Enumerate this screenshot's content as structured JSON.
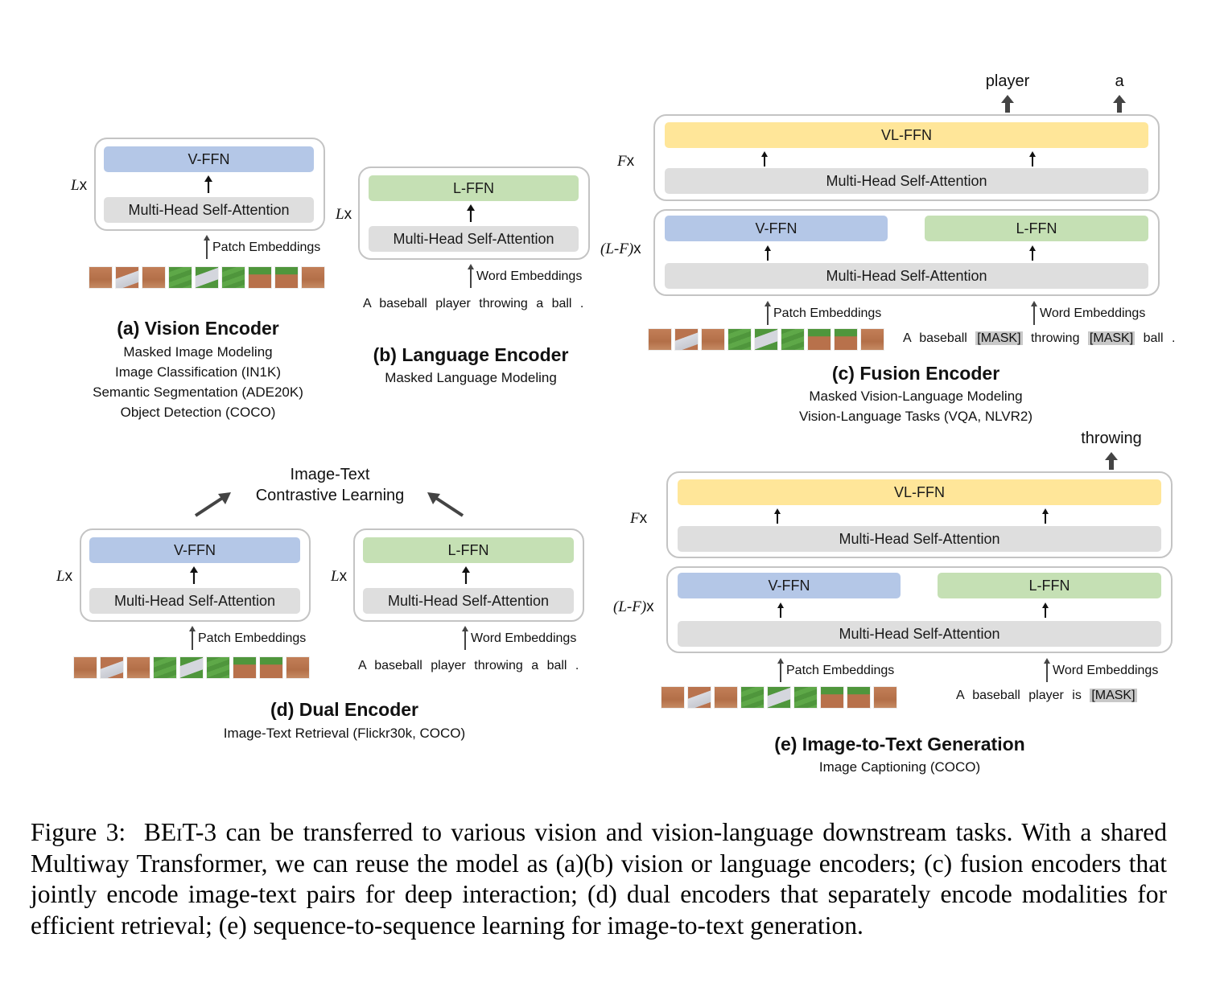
{
  "labels": {
    "vffn": "V-FFN",
    "lffn": "L-FFN",
    "vlffn": "VL-FFN",
    "mhsa": "Multi-Head Self-Attention",
    "patch_emb": "Patch Embeddings",
    "word_emb": "Word Embeddings",
    "mult_L": "L",
    "mult_F": "F",
    "mult_LF": "(L-F)",
    "mult_x": "x",
    "mask": "[MASK]"
  },
  "panel_a": {
    "title": "(a) Vision Encoder",
    "tasks": [
      "Masked Image Modeling",
      "Image Classification (IN1K)",
      "Semantic Segmentation (ADE20K)",
      "Object Detection (COCO)"
    ]
  },
  "panel_b": {
    "title": "(b) Language Encoder",
    "tasks": [
      "Masked Language Modeling"
    ],
    "sentence": "A baseball player throwing a ball ."
  },
  "panel_c": {
    "title": "(c) Fusion Encoder",
    "tasks": [
      "Masked Vision-Language Modeling",
      "Vision-Language Tasks (VQA, NLVR2)"
    ],
    "outputs": [
      "player",
      "a"
    ],
    "sentence_parts": [
      "A baseball",
      "[MASK]",
      "throwing",
      "[MASK]",
      "ball ."
    ]
  },
  "panel_d": {
    "title": "(d) Dual Encoder",
    "tasks": [
      "Image-Text Retrieval (Flickr30k, COCO)"
    ],
    "objective_line1": "Image-Text",
    "objective_line2": "Contrastive Learning",
    "sentence": "A baseball player throwing a ball ."
  },
  "panel_e": {
    "title": "(e) Image-to-Text Generation",
    "tasks": [
      "Image Captioning (COCO)"
    ],
    "output": "throwing",
    "sentence_prefix": "A baseball player is",
    "sentence_mask": "[MASK]"
  },
  "caption": {
    "prefix": "Figure 3:",
    "model_name_B": "BE",
    "model_name_i": "i",
    "model_name_rest": "T-3",
    "text": " can be transferred to various vision and vision-language downstream tasks. With a shared Multiway Transformer, we can reuse the model as (a)(b) vision or language encoders; (c) fusion encoders that jointly encode image-text pairs for deep interaction; (d) dual encoders that separately encode modalities for efficient retrieval; (e) sequence-to-sequence learning for image-to-text generation."
  },
  "colors": {
    "vision_ffn": "#b4c7e7",
    "language_ffn": "#c5e0b4",
    "vl_ffn": "#ffe699",
    "attention": "#dedede",
    "frame_border": "#c4c4c4",
    "mask_highlight": "#c8c8c8"
  },
  "patch_sequence": [
    "dirt-glove",
    "dirt-player",
    "dirt-hand",
    "grass",
    "player-grass",
    "grass",
    "mound-foot",
    "mound",
    "mound-foot"
  ]
}
